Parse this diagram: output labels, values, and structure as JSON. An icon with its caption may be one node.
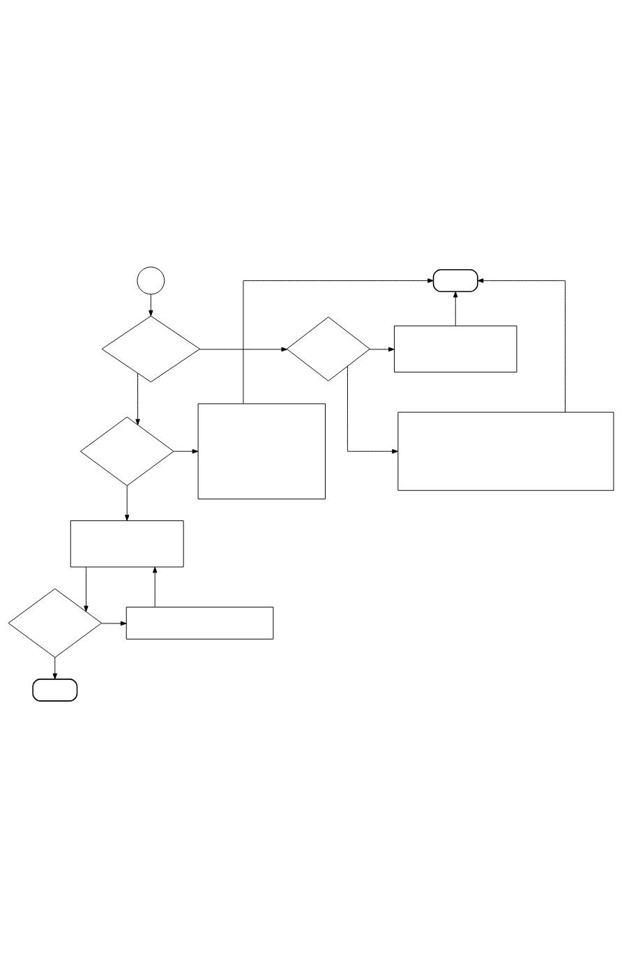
{
  "diagram": {
    "nodes": [
      {
        "text": [],
        "shape": "circle"
      },
      {
        "text": [],
        "shape": "oval"
      },
      {
        "text": [],
        "shape": "diamond"
      },
      {
        "text": [],
        "shape": "diamond"
      },
      {
        "text": [],
        "shape": "box"
      },
      {
        "text": [],
        "shape": "box"
      },
      {
        "text": [],
        "shape": "diamond"
      },
      {
        "text": [],
        "shape": "box"
      },
      {
        "text": [],
        "shape": "box"
      },
      {
        "text": [],
        "shape": "diamond"
      },
      {
        "text": [],
        "shape": "box"
      },
      {
        "text": [],
        "shape": "oval"
      }
    ],
    "edges": [
      {
        "from": 0,
        "to": 2,
        "arrow": "to"
      },
      {
        "from": 2,
        "to": 3,
        "arrow": "to"
      },
      {
        "from": 3,
        "to": 4,
        "arrow": "to"
      },
      {
        "from": 4,
        "to": 1,
        "arrow": "to"
      },
      {
        "from": 3,
        "to": 5,
        "arrow": "to"
      },
      {
        "from": 5,
        "to": 1,
        "arrow": "to"
      },
      {
        "from": 2,
        "to": 6,
        "arrow": "to"
      },
      {
        "from": 6,
        "to": 7,
        "arrow": "to"
      },
      {
        "from": 7,
        "to": 1,
        "arrow": "to"
      },
      {
        "from": 6,
        "to": 8,
        "arrow": "to"
      },
      {
        "from": 8,
        "to": 9,
        "arrow": "to"
      },
      {
        "from": 9,
        "to": 10,
        "arrow": "to"
      },
      {
        "from": 10,
        "to": 8,
        "arrow": "to"
      },
      {
        "from": 9,
        "to": 11,
        "arrow": "to"
      }
    ]
  }
}
